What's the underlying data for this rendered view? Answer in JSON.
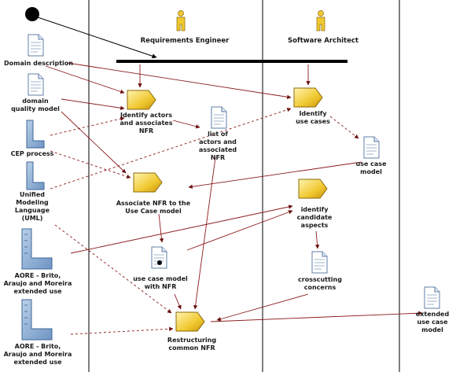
{
  "roles": {
    "requirements_engineer": "Requirements Engineer",
    "software_architect": "Software Architect"
  },
  "artifacts": {
    "domain_description": "Domain description",
    "domain_quality_model": "domain\nquality model",
    "cep_process": "CEP process",
    "uml": "Unified\nModeling\nLanguage\n(UML)",
    "aore_1": "AORE - Brito,\nAraujo and Moreira\nextended use",
    "aore_2": "AORE - Brito,\nAraujo and Moreira\nextended use",
    "list_actors_nfr": "list of\nactors and\nassociated\nNFR",
    "use_case_model": "use case\nmodel",
    "use_case_model_nfr": "use case model\nwith NFR",
    "crosscutting_concerns": "crosscutting\nconcerns",
    "extended_use_case_model": "extended\nuse case\nmodel"
  },
  "activities": {
    "identify_actors": "Identify actors\nand associates\nNFR",
    "identify_use_cases": "Identify\nuse cases",
    "associate_nfr": "Associate NFR to the\nUse Case model",
    "identify_aspects": "identify\ncandidate\naspects",
    "restructuring": "Restructuring\ncommon NFR"
  },
  "colors": {
    "flow": "#8b1a1a",
    "activity_fill": "#f0c830",
    "actor_fill": "#e8b830",
    "lane_line": "#000000"
  },
  "icons": {
    "actor": "actor-icon",
    "document": "document-icon",
    "guide": "guide-icon",
    "activity": "activity-icon"
  }
}
